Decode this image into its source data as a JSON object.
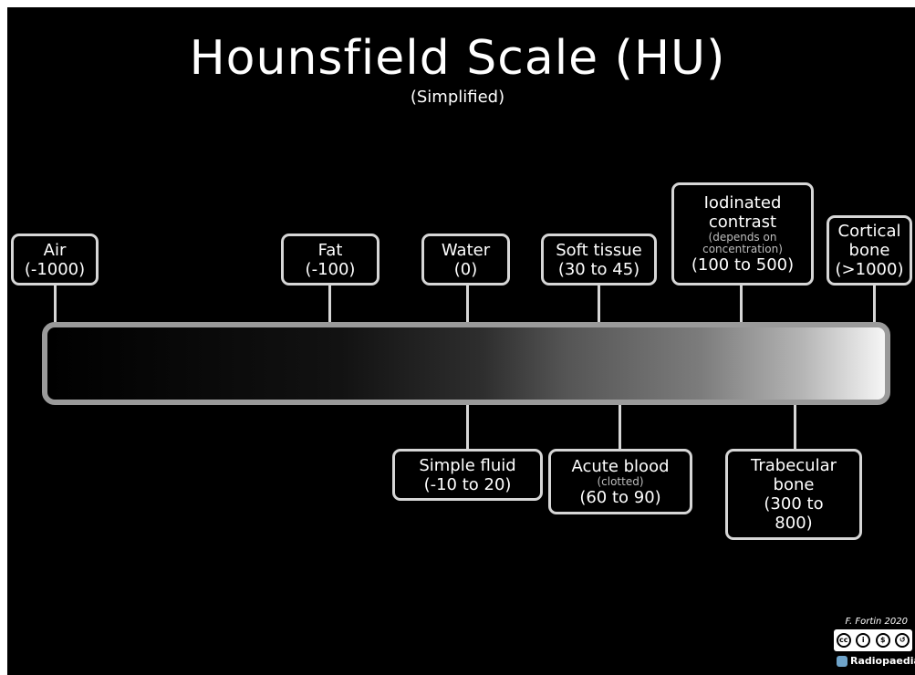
{
  "title": "Hounsfield Scale (HU)",
  "subtitle": "(Simplified)",
  "top_labels": [
    {
      "name": "Air",
      "lines": [
        "Air",
        "(-1000)"
      ]
    },
    {
      "name": "Fat",
      "lines": [
        "Fat",
        "(-100)"
      ]
    },
    {
      "name": "Water",
      "lines": [
        "Water",
        "(0)"
      ]
    },
    {
      "name": "Soft tissue",
      "lines": [
        "Soft tissue",
        "(30 to 45)"
      ]
    },
    {
      "name": "Iodinated contrast",
      "lines": [
        "Iodinated",
        "contrast"
      ],
      "note": [
        "(depends on",
        "concentration)"
      ],
      "range": "(100 to 500)"
    },
    {
      "name": "Cortical bone",
      "lines": [
        "Cortical",
        "bone",
        "(>1000)"
      ]
    }
  ],
  "bottom_labels": [
    {
      "name": "Simple fluid",
      "lines": [
        "Simple fluid",
        "(-10 to 20)"
      ]
    },
    {
      "name": "Acute blood",
      "lines": [
        "Acute blood"
      ],
      "note": [
        "(clotted)"
      ],
      "range": "(60 to 90)"
    },
    {
      "name": "Trabecular bone",
      "lines": [
        "Trabecular",
        "bone",
        "(300 to",
        "800)"
      ]
    }
  ],
  "credit": "F. Fortin 2020",
  "license_icons": [
    "cc",
    "by",
    "nc",
    "sa"
  ],
  "brand": "Radiopaedia",
  "colors": {
    "background": "#000000",
    "text": "#ffffff",
    "box_border": "#d6d6d6",
    "bar_border": "#9a9a9a"
  }
}
